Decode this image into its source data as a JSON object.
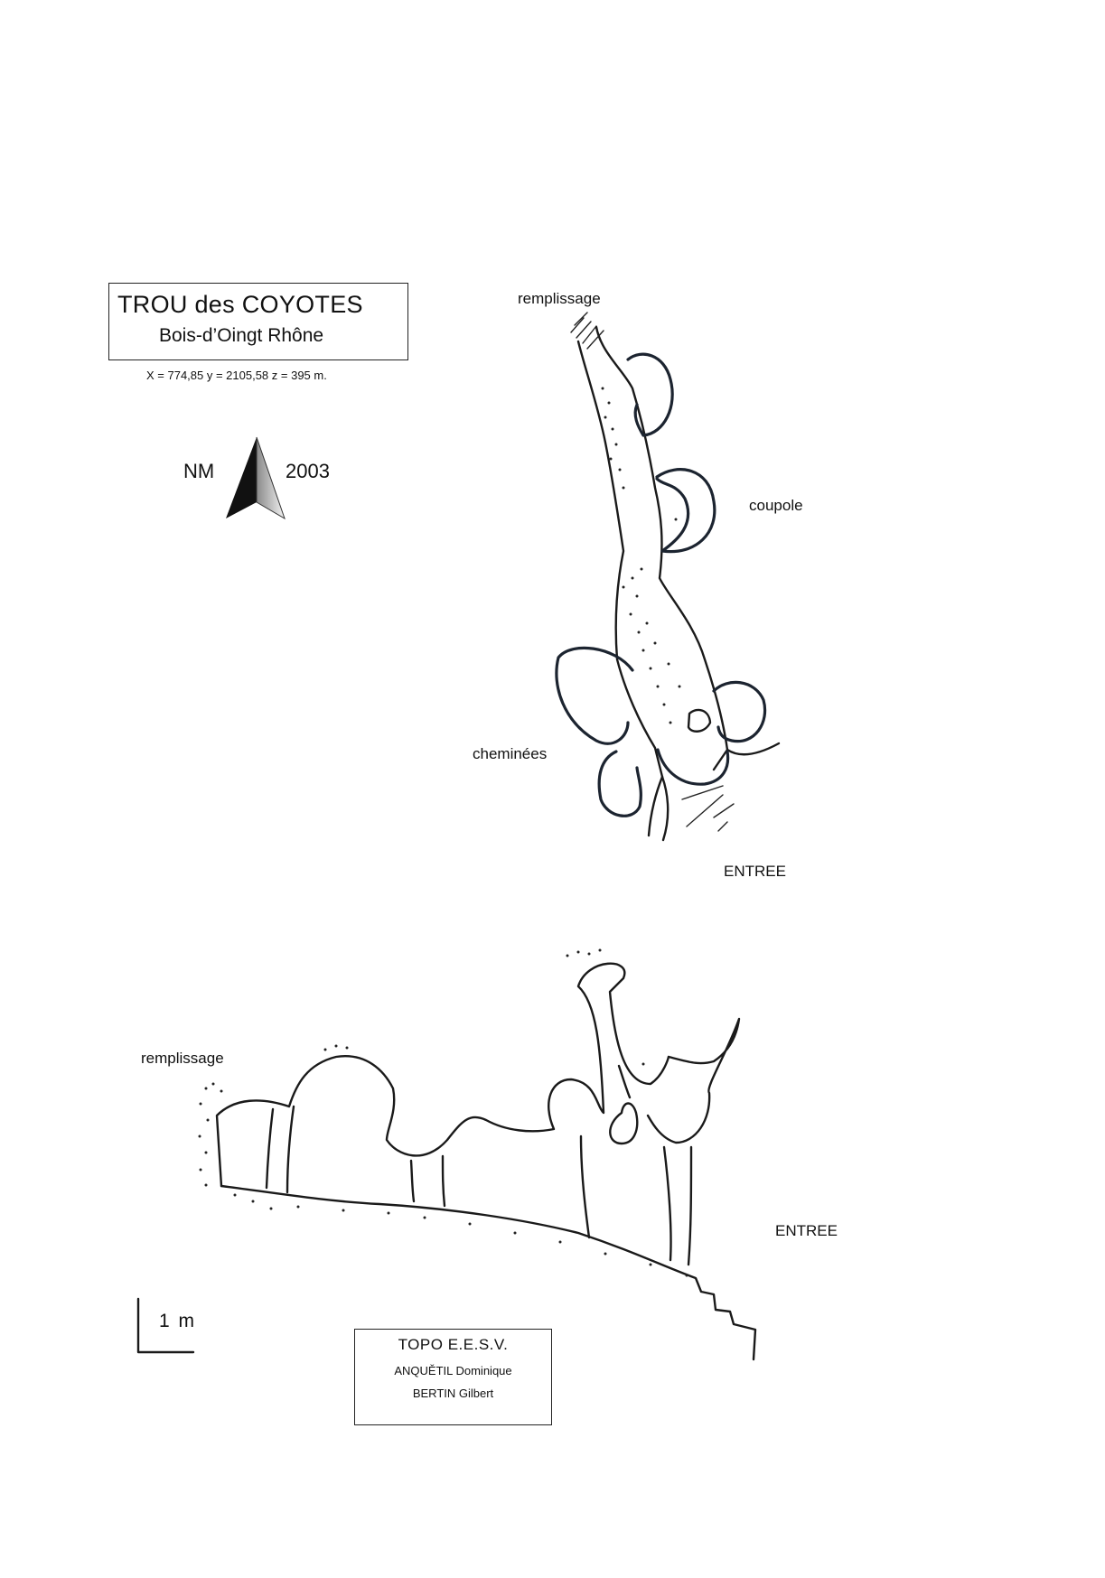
{
  "header": {
    "title": "TROU des COYOTES",
    "location": "Bois-d’Oingt Rhône",
    "coordinates": "X = 774,85  y = 2105,58  z = 395 m."
  },
  "north_arrow": {
    "label": "NM",
    "year": "2003",
    "icon": "north-arrow-icon"
  },
  "plan_view": {
    "label_top": "remplissage",
    "label_right": "coupole",
    "label_left": "cheminées",
    "label_entrance": "ENTREE"
  },
  "section_view": {
    "label_left": "remplissage",
    "label_entrance": "ENTREE"
  },
  "scale": {
    "label": "1  m"
  },
  "credits": {
    "org": "TOPO E.E.S.V.",
    "author_1": "ANQUĚTIL Dominique",
    "author_2": "BERTIN Gilbert"
  },
  "colors": {
    "ink": "#1a1a1a",
    "wall_accent": "#1c2430",
    "background": "#ffffff"
  }
}
